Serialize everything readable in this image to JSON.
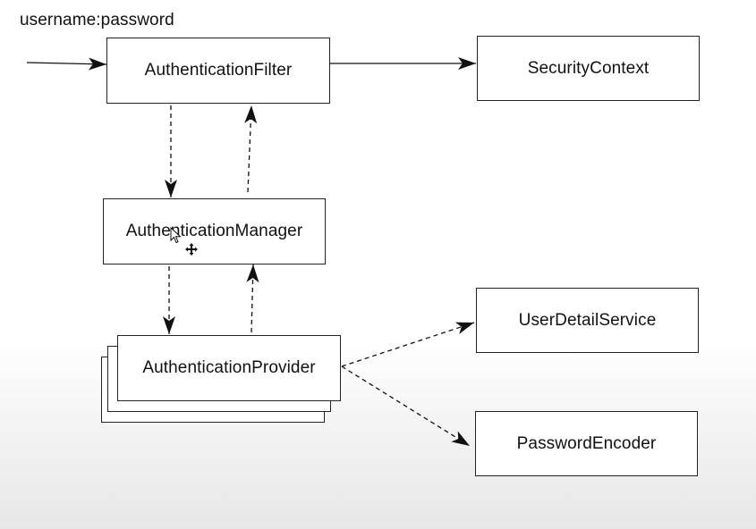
{
  "input": {
    "label": "username:password"
  },
  "nodes": {
    "filter": "AuthenticationFilter",
    "context": "SecurityContext",
    "manager": "AuthenticationManager",
    "provider": "AuthenticationProvider",
    "user_detail_service": "UserDetailService",
    "password_encoder": "PasswordEncoder"
  },
  "edges": [
    {
      "from": "input",
      "to": "AuthenticationFilter",
      "style": "solid"
    },
    {
      "from": "AuthenticationFilter",
      "to": "SecurityContext",
      "style": "solid"
    },
    {
      "from": "AuthenticationFilter",
      "to": "AuthenticationManager",
      "style": "dashed"
    },
    {
      "from": "AuthenticationManager",
      "to": "AuthenticationFilter",
      "style": "dashed"
    },
    {
      "from": "AuthenticationManager",
      "to": "AuthenticationProvider",
      "style": "dashed"
    },
    {
      "from": "AuthenticationProvider",
      "to": "AuthenticationManager",
      "style": "dashed"
    },
    {
      "from": "AuthenticationProvider",
      "to": "UserDetailService",
      "style": "dashed"
    },
    {
      "from": "AuthenticationProvider",
      "to": "PasswordEncoder",
      "style": "dashed"
    }
  ],
  "colors": {
    "stroke": "#222222",
    "text": "#111111",
    "background": "#ffffff"
  },
  "icons": [
    "arrow-cursor-icon",
    "move-cursor-icon"
  ]
}
